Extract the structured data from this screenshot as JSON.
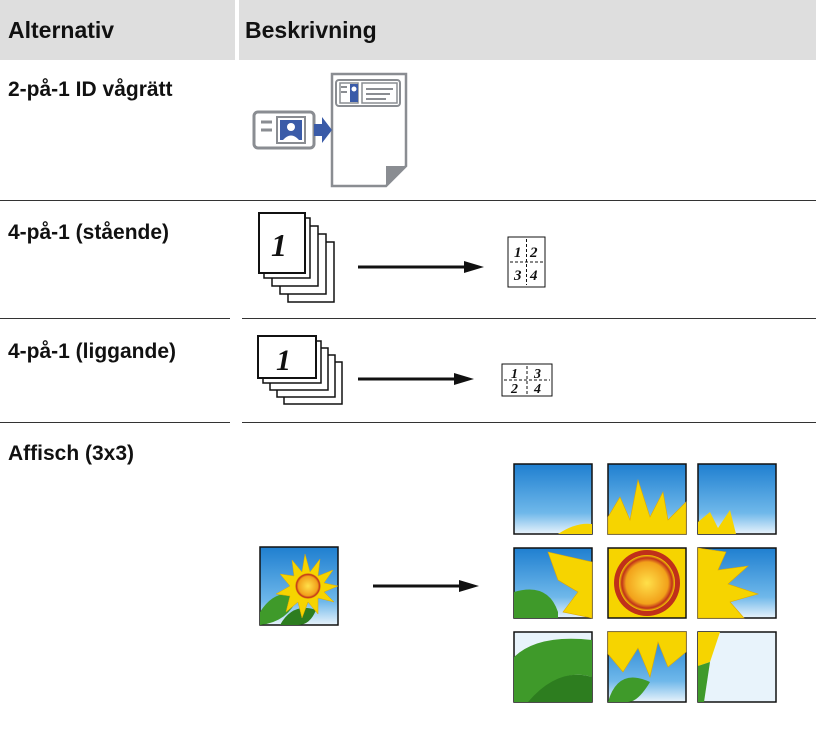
{
  "header": {
    "col_option": "Alternativ",
    "col_description": "Beskrivning"
  },
  "rows": [
    {
      "label": "2-på-1 ID vågrätt"
    },
    {
      "label": "4-på-1 (stående)"
    },
    {
      "label": "4-på-1 (liggande)"
    },
    {
      "label": "Affisch (3x3)"
    }
  ],
  "page_numbers": {
    "main": "1",
    "q1": "1",
    "q2": "2",
    "q3": "3",
    "q4": "4"
  },
  "colors": {
    "header_bg": "#dedede",
    "id_card": "#8a8d92",
    "arrow_blue": "#3a5ba8",
    "sky": "#2b8fd8",
    "sunflower": "#f6d400"
  }
}
